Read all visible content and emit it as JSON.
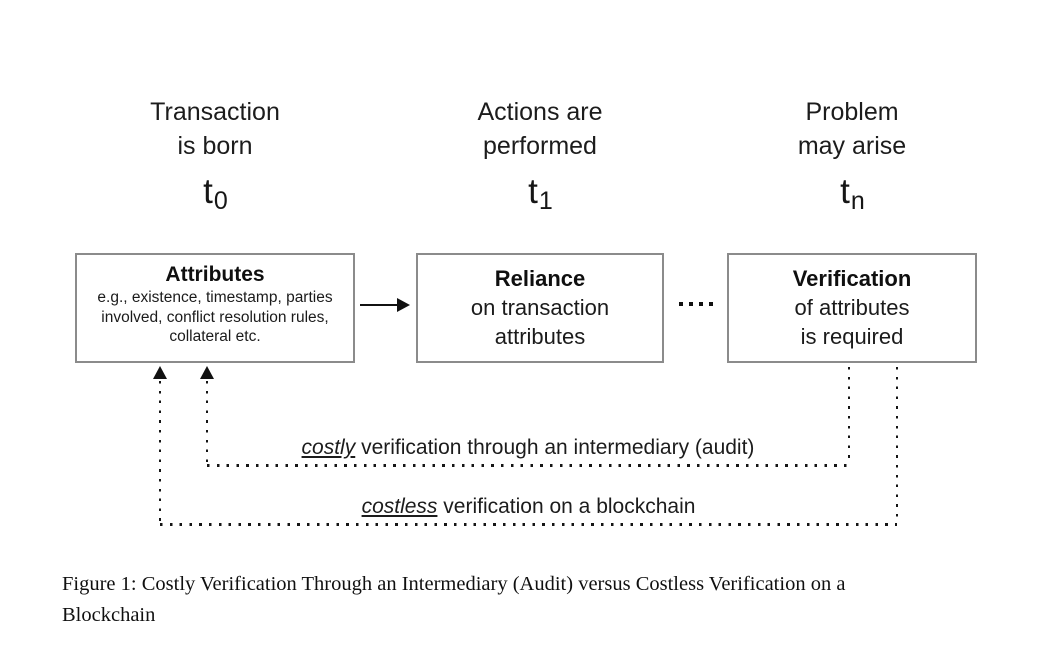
{
  "columns": [
    {
      "header": [
        "Transaction",
        "is born"
      ],
      "time": {
        "base": "t",
        "sub": "0"
      },
      "box": {
        "title": "Attributes",
        "lines": [
          "e.g., existence, timestamp, parties",
          "involved, conflict resolution rules,",
          "collateral etc."
        ]
      }
    },
    {
      "header": [
        "Actions are",
        "performed"
      ],
      "time": {
        "base": "t",
        "sub": "1"
      },
      "box": {
        "title": "Reliance",
        "lines": [
          "on transaction",
          "attributes"
        ]
      }
    },
    {
      "header": [
        "Problem",
        "may arise"
      ],
      "time": {
        "base": "t",
        "sub": "n"
      },
      "box": {
        "title": "Verification",
        "lines": [
          "of attributes",
          "is required"
        ]
      }
    }
  ],
  "paths": [
    {
      "emphasis": "costly",
      "rest": " verification through an intermediary (audit)"
    },
    {
      "emphasis": "costless",
      "rest": " verification on a blockchain"
    }
  ],
  "caption": {
    "lines": [
      "Figure 1: Costly Verification Through an Intermediary (Audit) versus Costless Verification on a",
      "Blockchain"
    ]
  },
  "colors": {
    "box_border": "#8b8b8b",
    "line": "#151515",
    "text": "#1b1b1b"
  }
}
